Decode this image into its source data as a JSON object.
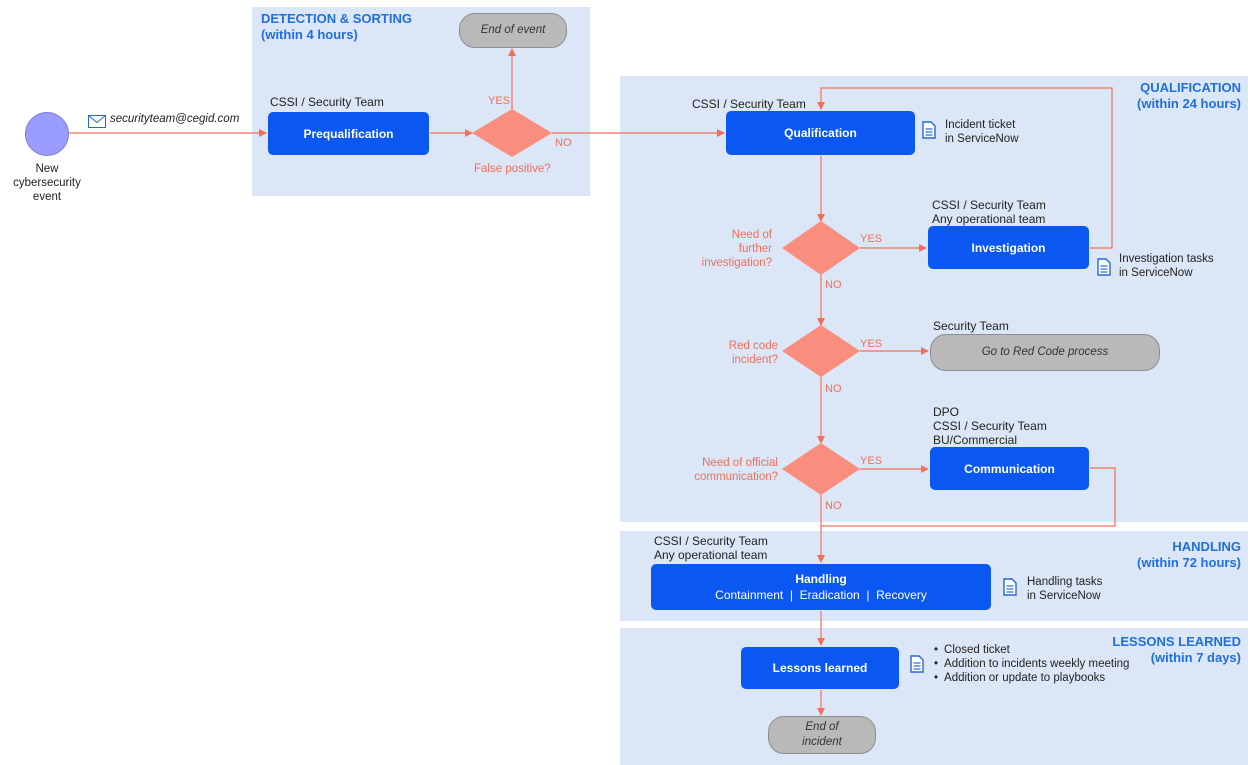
{
  "zones": {
    "detection": {
      "title": "DETECTION & SORTING",
      "subtitle": "(within 4 hours)"
    },
    "qualification": {
      "title": "QUALIFICATION",
      "subtitle": "(within 24 hours)"
    },
    "handling": {
      "title": "HANDLING",
      "subtitle": "(within 72 hours)"
    },
    "lessons": {
      "title": "LESSONS LEARNED",
      "subtitle": "(within 7 days)"
    }
  },
  "start": {
    "label_line1": "New",
    "label_line2": "cybersecurity",
    "label_line3": "event"
  },
  "email": "securityteam@cegid.com",
  "prequalification": {
    "team": "CSSI / Security Team",
    "label": "Prequalification"
  },
  "false_positive": {
    "question": "False positive?",
    "yes": "YES",
    "no": "NO",
    "end": "End of event"
  },
  "qualification": {
    "team": "CSSI / Security Team",
    "label": "Qualification",
    "doc_line1": "Incident ticket",
    "doc_line2": "in ServiceNow"
  },
  "investigation_q": {
    "line1": "Need of",
    "line2": "further",
    "line3": "investigation?",
    "yes": "YES",
    "no": "NO"
  },
  "investigation": {
    "team_line1": "CSSI / Security Team",
    "team_line2": "Any operational team",
    "label": "Investigation",
    "doc_line1": "Investigation tasks",
    "doc_line2": "in ServiceNow"
  },
  "redcode_q": {
    "line1": "Red code",
    "line2": "incident?",
    "yes": "YES",
    "no": "NO"
  },
  "redcode": {
    "team": "Security Team",
    "label": "Go to Red Code process"
  },
  "communication_q": {
    "line1": "Need of official",
    "line2": "communication?",
    "yes": "YES",
    "no": "NO"
  },
  "communication": {
    "team_line1": "DPO",
    "team_line2": "CSSI / Security Team",
    "team_line3": "BU/Commercial",
    "label": "Communication"
  },
  "handling": {
    "team_line1": "CSSI / Security Team",
    "team_line2": "Any operational team",
    "label": "Handling",
    "sub": "Containment  |  Eradication  |  Recovery",
    "doc_line1": "Handling tasks",
    "doc_line2": "in ServiceNow"
  },
  "lessons": {
    "label": "Lessons learned",
    "bullets": [
      "Closed ticket",
      "Addition to incidents weekly meeting",
      "Addition or update to playbooks"
    ]
  },
  "end_incident": {
    "line1": "End of",
    "line2": "incident"
  },
  "colors": {
    "zone_bg": "#dbe6f6",
    "box": "#0a57f2",
    "decision": "#f98e7f",
    "arrow": "#f0705a",
    "title": "#1f6fe0",
    "start": "#9b9cff",
    "end_pill": "#b9b9b9"
  },
  "icons": {
    "email": "envelope-icon",
    "document": "document-icon"
  }
}
